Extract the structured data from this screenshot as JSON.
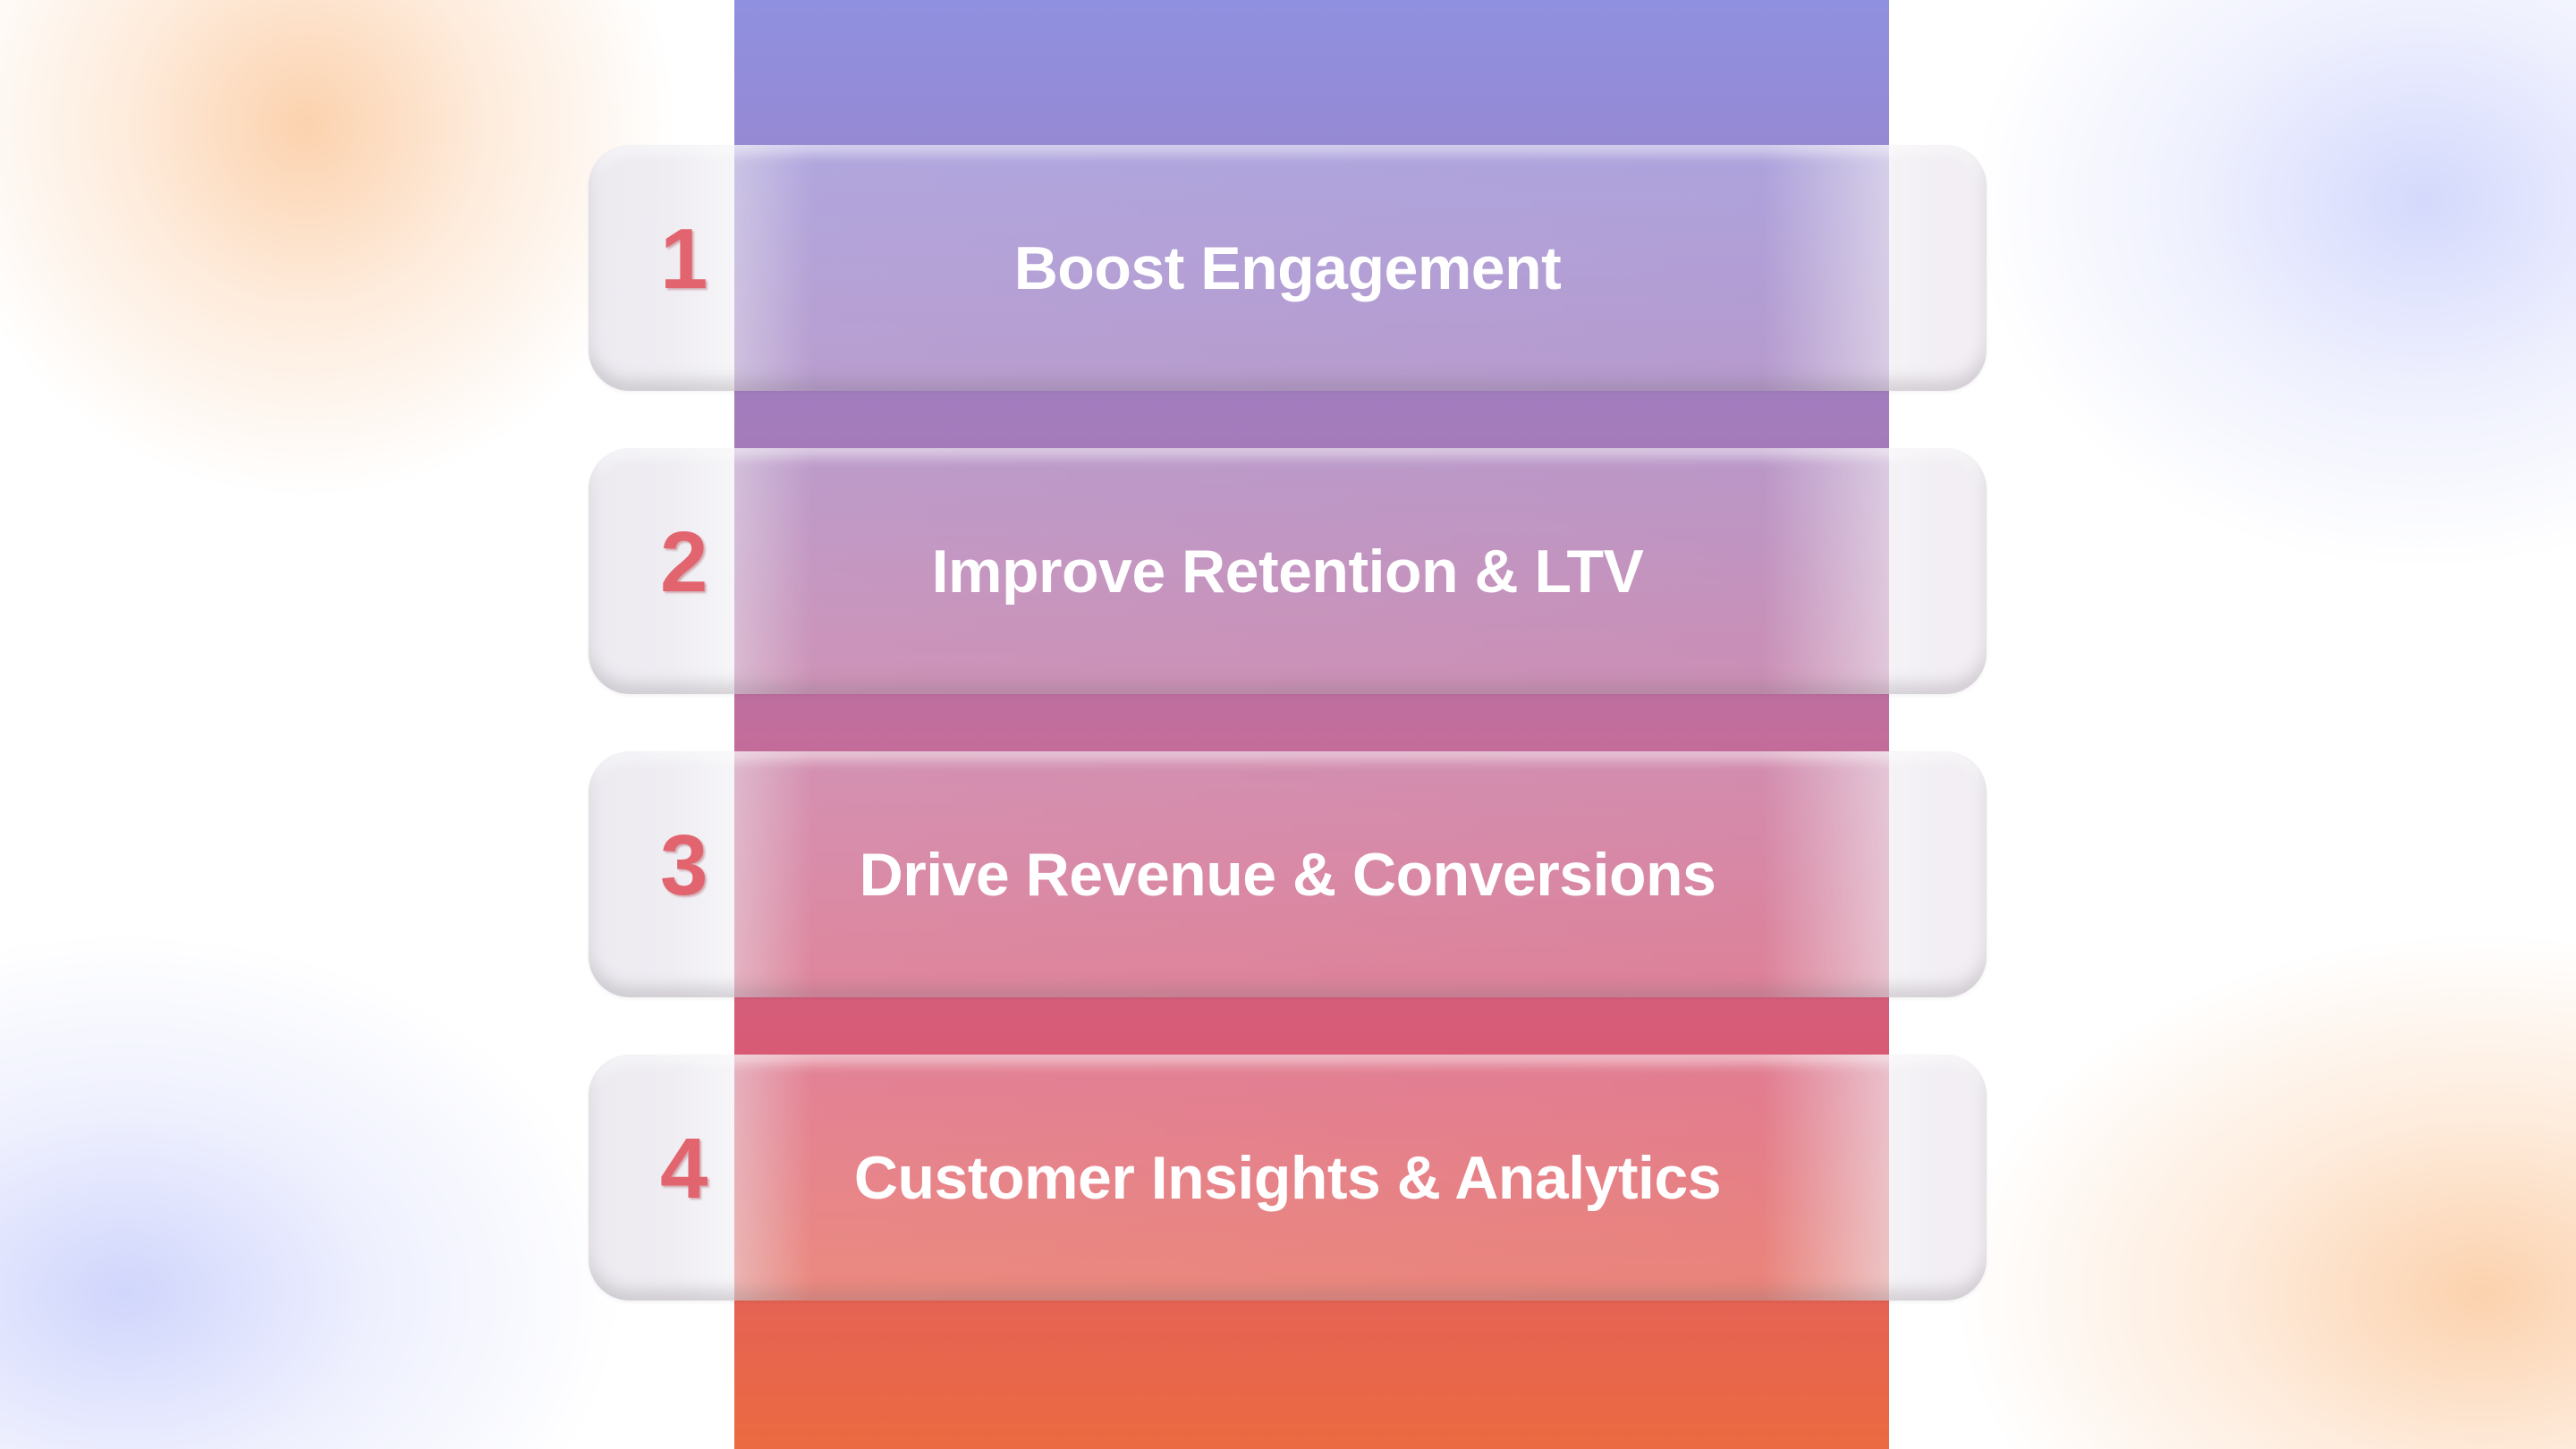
{
  "colors": {
    "bar_top": "#8f90e0",
    "bar_bottom": "#ec6a40",
    "number": "#e2646e"
  },
  "items": [
    {
      "number": "1",
      "title": "Boost Engagement"
    },
    {
      "number": "2",
      "title": "Improve Retention & LTV"
    },
    {
      "number": "3",
      "title": "Drive Revenue & Conversions"
    },
    {
      "number": "4",
      "title": "Customer Insights & Analytics"
    }
  ]
}
